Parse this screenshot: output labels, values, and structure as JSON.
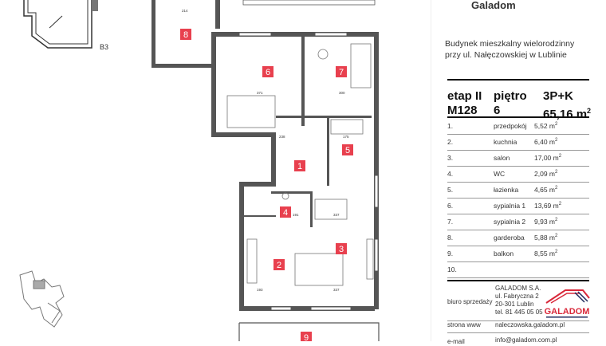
{
  "brand_top": "Galadom",
  "building": {
    "line1": "Budynek mieszkalny wielorodzinny",
    "line2": "przy ul. Nałęczowskiej w Lublinie"
  },
  "summary": {
    "stage": "etap II",
    "unit": "M128",
    "floor_label": "piętro",
    "floor": "6",
    "type": "3P+K",
    "area": "65,16 m",
    "area_sup": "2"
  },
  "rooms": [
    {
      "n": "1.",
      "name": "przedpokój",
      "area": "5,52 m",
      "sup": "2"
    },
    {
      "n": "2.",
      "name": "kuchnia",
      "area": "6,40 m",
      "sup": "2"
    },
    {
      "n": "3.",
      "name": "salon",
      "area": "17,00 m",
      "sup": "2"
    },
    {
      "n": "4.",
      "name": "WC",
      "area": "2,09 m",
      "sup": "2"
    },
    {
      "n": "5.",
      "name": "łazienka",
      "area": "4,65 m",
      "sup": "2"
    },
    {
      "n": "6.",
      "name": "sypialnia 1",
      "area": "13,69 m",
      "sup": "2"
    },
    {
      "n": "7.",
      "name": "sypialnia 2",
      "area": "9,93 m",
      "sup": "2"
    },
    {
      "n": "8.",
      "name": "garderoba",
      "area": "5,88 m",
      "sup": "2"
    },
    {
      "n": "9.",
      "name": "balkon",
      "area": "8,55 m",
      "sup": "2"
    },
    {
      "n": "10.",
      "name": "",
      "area": "",
      "sup": ""
    }
  ],
  "contact": {
    "sales_label": "biuro sprzedaży",
    "company": "GALADOM S.A.",
    "street": "ul. Fabryczna 2",
    "city": "20-301 Lublin",
    "phone": "tel. 81 445 05 05",
    "www_label": "strona www",
    "www": "naleczowska.galadom.pl",
    "email_label": "e-mail",
    "email": "info@galadom.com.pl",
    "logo_text": "GALADOM"
  },
  "plan": {
    "building_label": "B3",
    "room_labels": [
      "1",
      "2",
      "3",
      "4",
      "5",
      "6",
      "7",
      "8",
      "9"
    ],
    "dims": [
      "214",
      "371",
      "300",
      "238",
      "175",
      "337",
      "191",
      "193",
      "337"
    ]
  },
  "colors": {
    "room_label": "#e8404e",
    "wall": "#555555",
    "logo_red": "#d9283a",
    "logo_navy": "#1f2a5c"
  }
}
